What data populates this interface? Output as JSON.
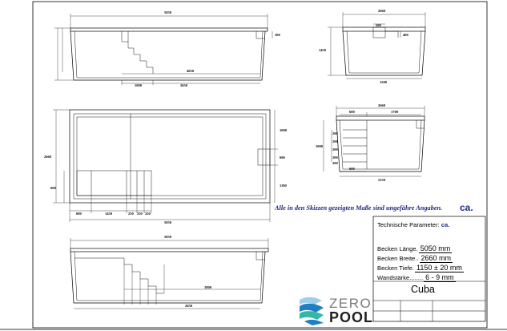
{
  "top_view": {
    "length_total": "5050",
    "right_width": "300",
    "step_run": "4050",
    "steps_left": "1000",
    "steps_base": "2650"
  },
  "front_view": {
    "width_total": "2660",
    "notch": "500",
    "side_depth": "400",
    "height": "1450",
    "bottom": "1500"
  },
  "plan_view": {
    "left_height": "2660",
    "right_top": "1000",
    "right_mid": "600",
    "right_bottom": "1100",
    "left_mid": "600",
    "bottom_segments": [
      "600",
      "1450",
      "250",
      "250",
      "250"
    ],
    "bottom_total": "5050"
  },
  "section_view": {
    "width_total": "2660",
    "top_left": "600",
    "top_right": "1700",
    "height": "1000",
    "steps": [
      "200",
      "200",
      "200",
      "200",
      "200"
    ],
    "step_depth": "600",
    "bottom": "2150"
  },
  "side_view": {
    "length_total": "5050",
    "bottom_mid": "1800",
    "bottom_total": "2650"
  },
  "note": "Alle in den Skizzen gezeigten Maße sind ungefähre Angaben.",
  "brand_mark": "ca.",
  "params": {
    "title": "Technische Parameter:",
    "title_mark": "ca.",
    "rows": [
      {
        "label": "Becken Länge",
        "value": "5050 mm"
      },
      {
        "label": "Becken Breite",
        "value": "2660 mm"
      },
      {
        "label": "Becken Tiefe",
        "value": "1150 ± 20 mm"
      },
      {
        "label": "Wandstärke",
        "value": "6 - 9 mm"
      }
    ]
  },
  "model_name": "Cuba",
  "logo": {
    "word_top": "ZERO",
    "word_bottom": "POOL",
    "colors": {
      "blue": "#1d7fc4",
      "teal": "#35b7a8",
      "light": "#9ed0ec"
    }
  }
}
